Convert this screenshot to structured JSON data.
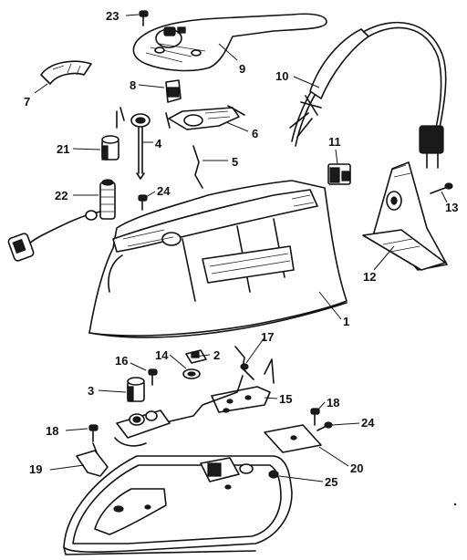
{
  "diagram": {
    "callouts": {
      "c1": "1",
      "c2": "2",
      "c3": "3",
      "c4": "4",
      "c5": "5",
      "c6": "6",
      "c7": "7",
      "c8": "8",
      "c9": "9",
      "c10": "10",
      "c11": "11",
      "c12": "12",
      "c13": "13",
      "c14": "14",
      "c15": "15",
      "c16": "16",
      "c17": "17",
      "c18a": "18",
      "c18b": "18",
      "c19": "19",
      "c20": "20",
      "c21": "21",
      "c22": "22",
      "c23": "23",
      "c24a": "24",
      "c24b": "24",
      "c25": "25"
    }
  }
}
